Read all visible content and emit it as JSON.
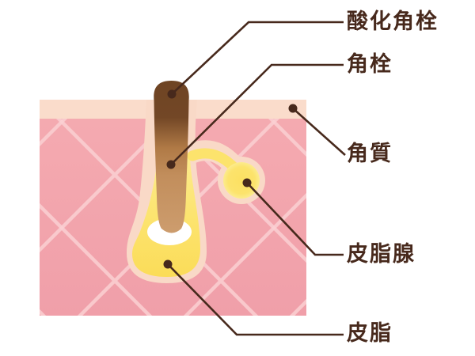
{
  "diagram": {
    "subject": "skin-pore-cross-section",
    "labels": {
      "oxidized_plug": "酸化角栓",
      "keratin_plug": "角栓",
      "stratum_corneum": "角質",
      "sebaceous_gland": "皮脂腺",
      "sebum": "皮脂"
    },
    "colors": {
      "skin_pink": "#f2a4ad",
      "skin_pink_light": "#f5abb1",
      "lattice_line": "#fad0d3",
      "surface_cream": "#fadccb",
      "follicle_wall_cream": "#f9d9c7",
      "sebum_yellow": "#fce26c",
      "sebum_yellow_light": "#fdea8c",
      "plug_brown_dark": "#6e4423",
      "plug_brown_light": "#cd9d6e",
      "highlight_white": "#ffffff",
      "line_brown": "#47291c"
    }
  }
}
